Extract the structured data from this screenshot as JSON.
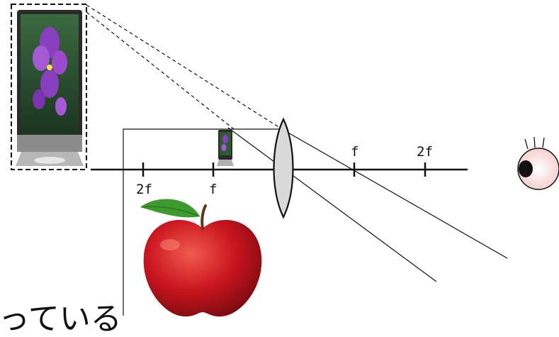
{
  "axis_labels": {
    "f_left": "f",
    "twof_left": "2f",
    "f_right": "f",
    "twof_right": "2f"
  },
  "caption": "っている",
  "icons": [
    "virtual-image-monitor",
    "object-monitor",
    "convex-lens",
    "apple-image",
    "eye-icon"
  ],
  "colors": {
    "line": "#111111",
    "lens_fill": "#d9d9d9",
    "apple": "#c8141e",
    "leaf": "#3d9a2c",
    "screen_flower": "#8a3fc0",
    "eye_skin": "#fbe3e3"
  }
}
